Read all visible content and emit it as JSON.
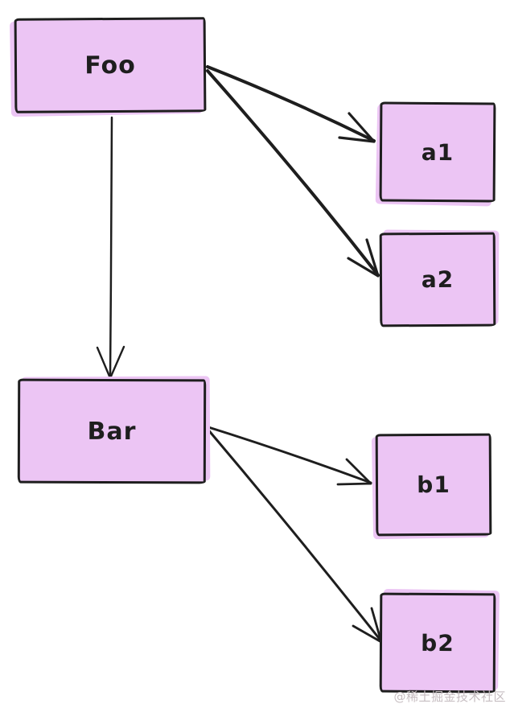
{
  "diagram": {
    "type": "flowchart",
    "style": "hand-drawn",
    "background": "#ffffff",
    "stroke_color": "#1e1e1e",
    "node_fill": "#ecc5f4",
    "nodes": {
      "foo": {
        "label": "Foo"
      },
      "a1": {
        "label": "a1"
      },
      "a2": {
        "label": "a2"
      },
      "bar": {
        "label": "Bar"
      },
      "b1": {
        "label": "b1"
      },
      "b2": {
        "label": "b2"
      }
    },
    "edges": [
      {
        "from": "Foo",
        "to": "a1"
      },
      {
        "from": "Foo",
        "to": "a2"
      },
      {
        "from": "Foo",
        "to": "Bar"
      },
      {
        "from": "Bar",
        "to": "b1"
      },
      {
        "from": "Bar",
        "to": "b2"
      }
    ]
  },
  "watermark": {
    "text": "@稀土掘金技术社区",
    "color": "#c6bdc1"
  }
}
